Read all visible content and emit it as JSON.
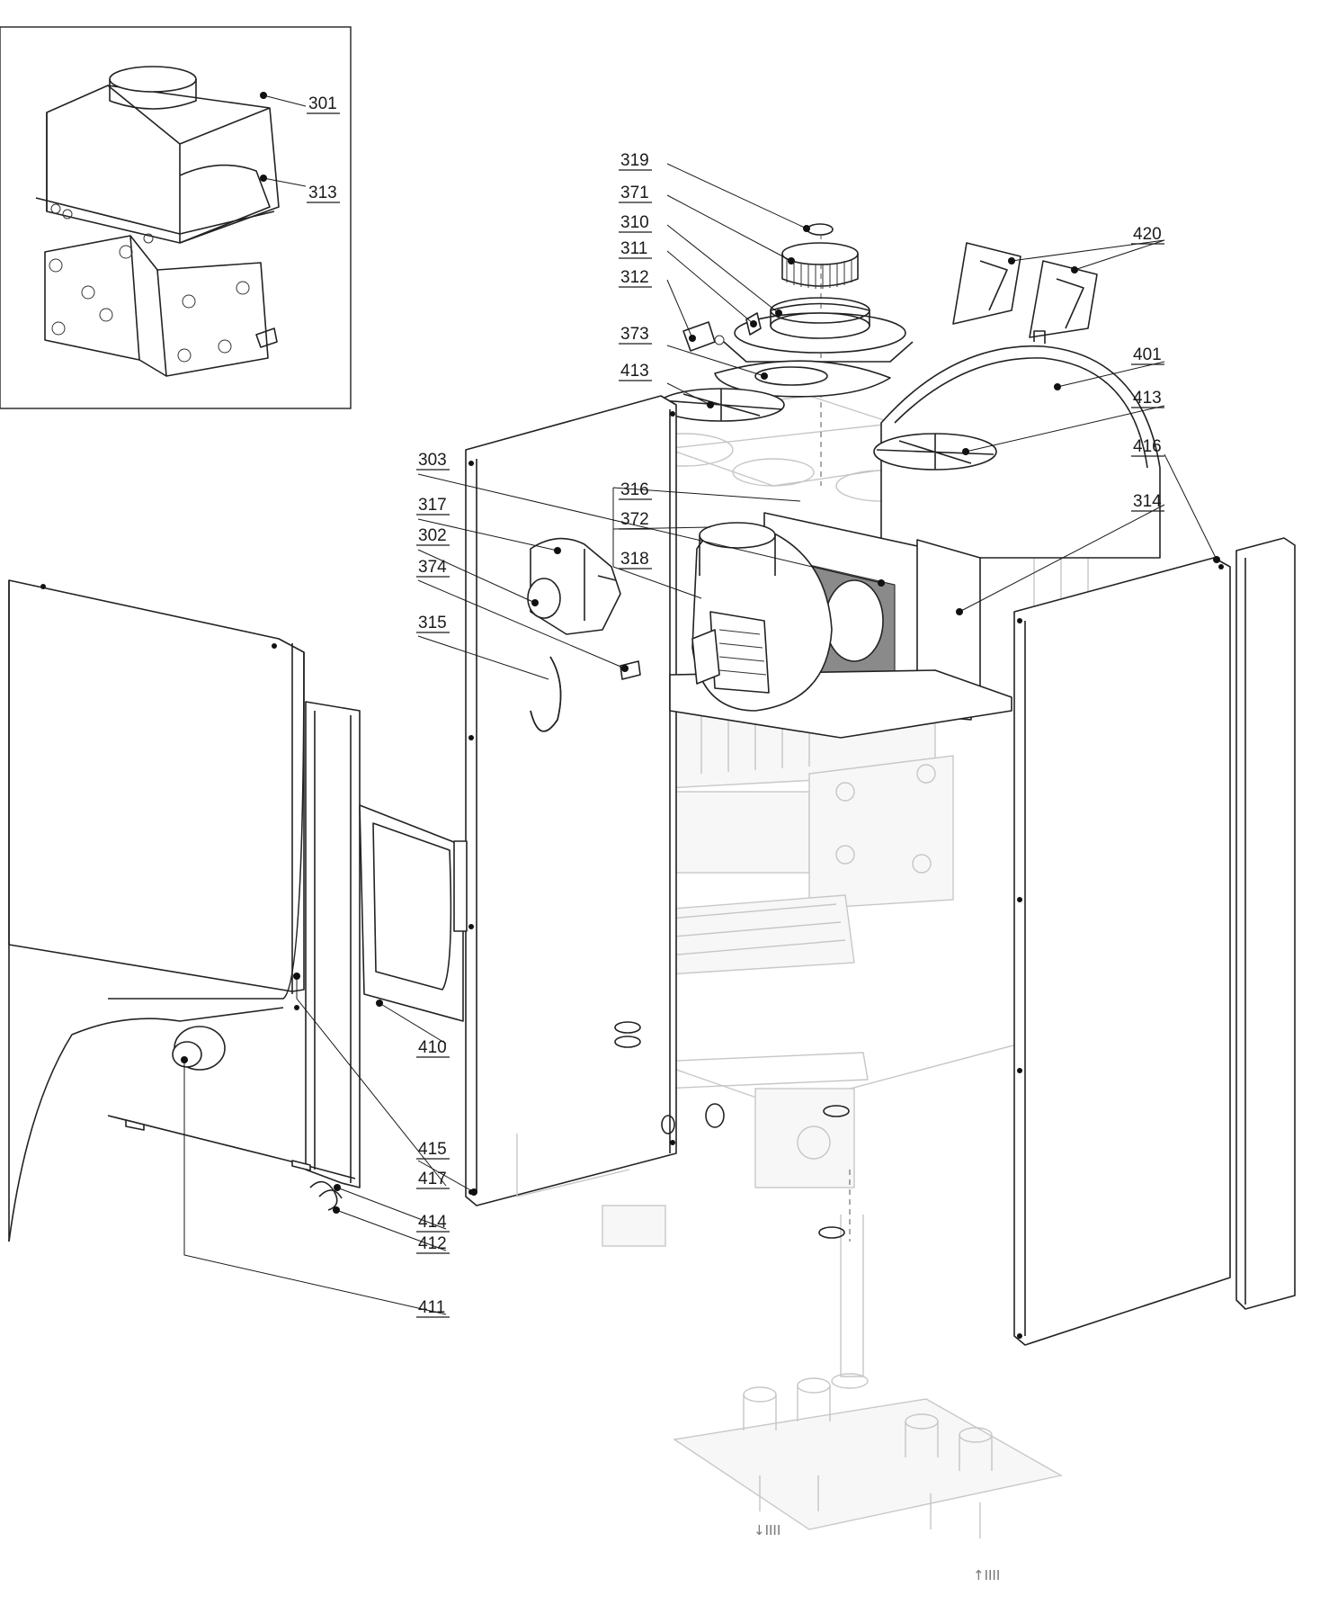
{
  "diagram": {
    "callouts": [
      {
        "id": "301"
      },
      {
        "id": "313"
      },
      {
        "id": "319"
      },
      {
        "id": "371"
      },
      {
        "id": "310"
      },
      {
        "id": "311"
      },
      {
        "id": "312"
      },
      {
        "id": "373"
      },
      {
        "id": "413a",
        "text": "413"
      },
      {
        "id": "420"
      },
      {
        "id": "401"
      },
      {
        "id": "413b",
        "text": "413"
      },
      {
        "id": "416"
      },
      {
        "id": "303"
      },
      {
        "id": "316"
      },
      {
        "id": "372"
      },
      {
        "id": "318"
      },
      {
        "id": "317"
      },
      {
        "id": "302"
      },
      {
        "id": "374"
      },
      {
        "id": "315"
      },
      {
        "id": "314"
      },
      {
        "id": "410"
      },
      {
        "id": "415"
      },
      {
        "id": "417"
      },
      {
        "id": "414"
      },
      {
        "id": "412"
      },
      {
        "id": "411"
      }
    ],
    "connection_symbols": [
      "↓IIII",
      "↑IIII"
    ]
  }
}
